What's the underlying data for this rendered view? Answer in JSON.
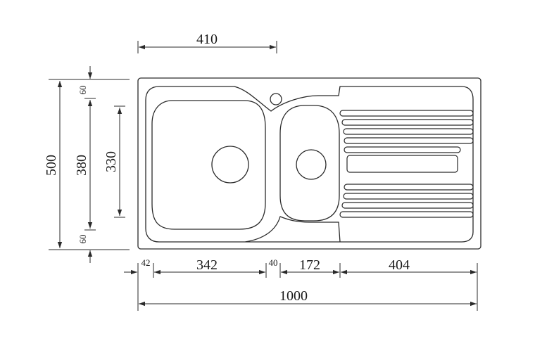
{
  "dimensions": {
    "top_width": "410",
    "overall_height": "500",
    "inner_height": "380",
    "bowl_height": "330",
    "top_margin": "60",
    "bottom_margin": "60",
    "left_margin": "42",
    "large_bowl_width": "342",
    "bowl_gap": "40",
    "small_bowl_width": "172",
    "drainer_width": "404",
    "overall_width": "1000"
  }
}
